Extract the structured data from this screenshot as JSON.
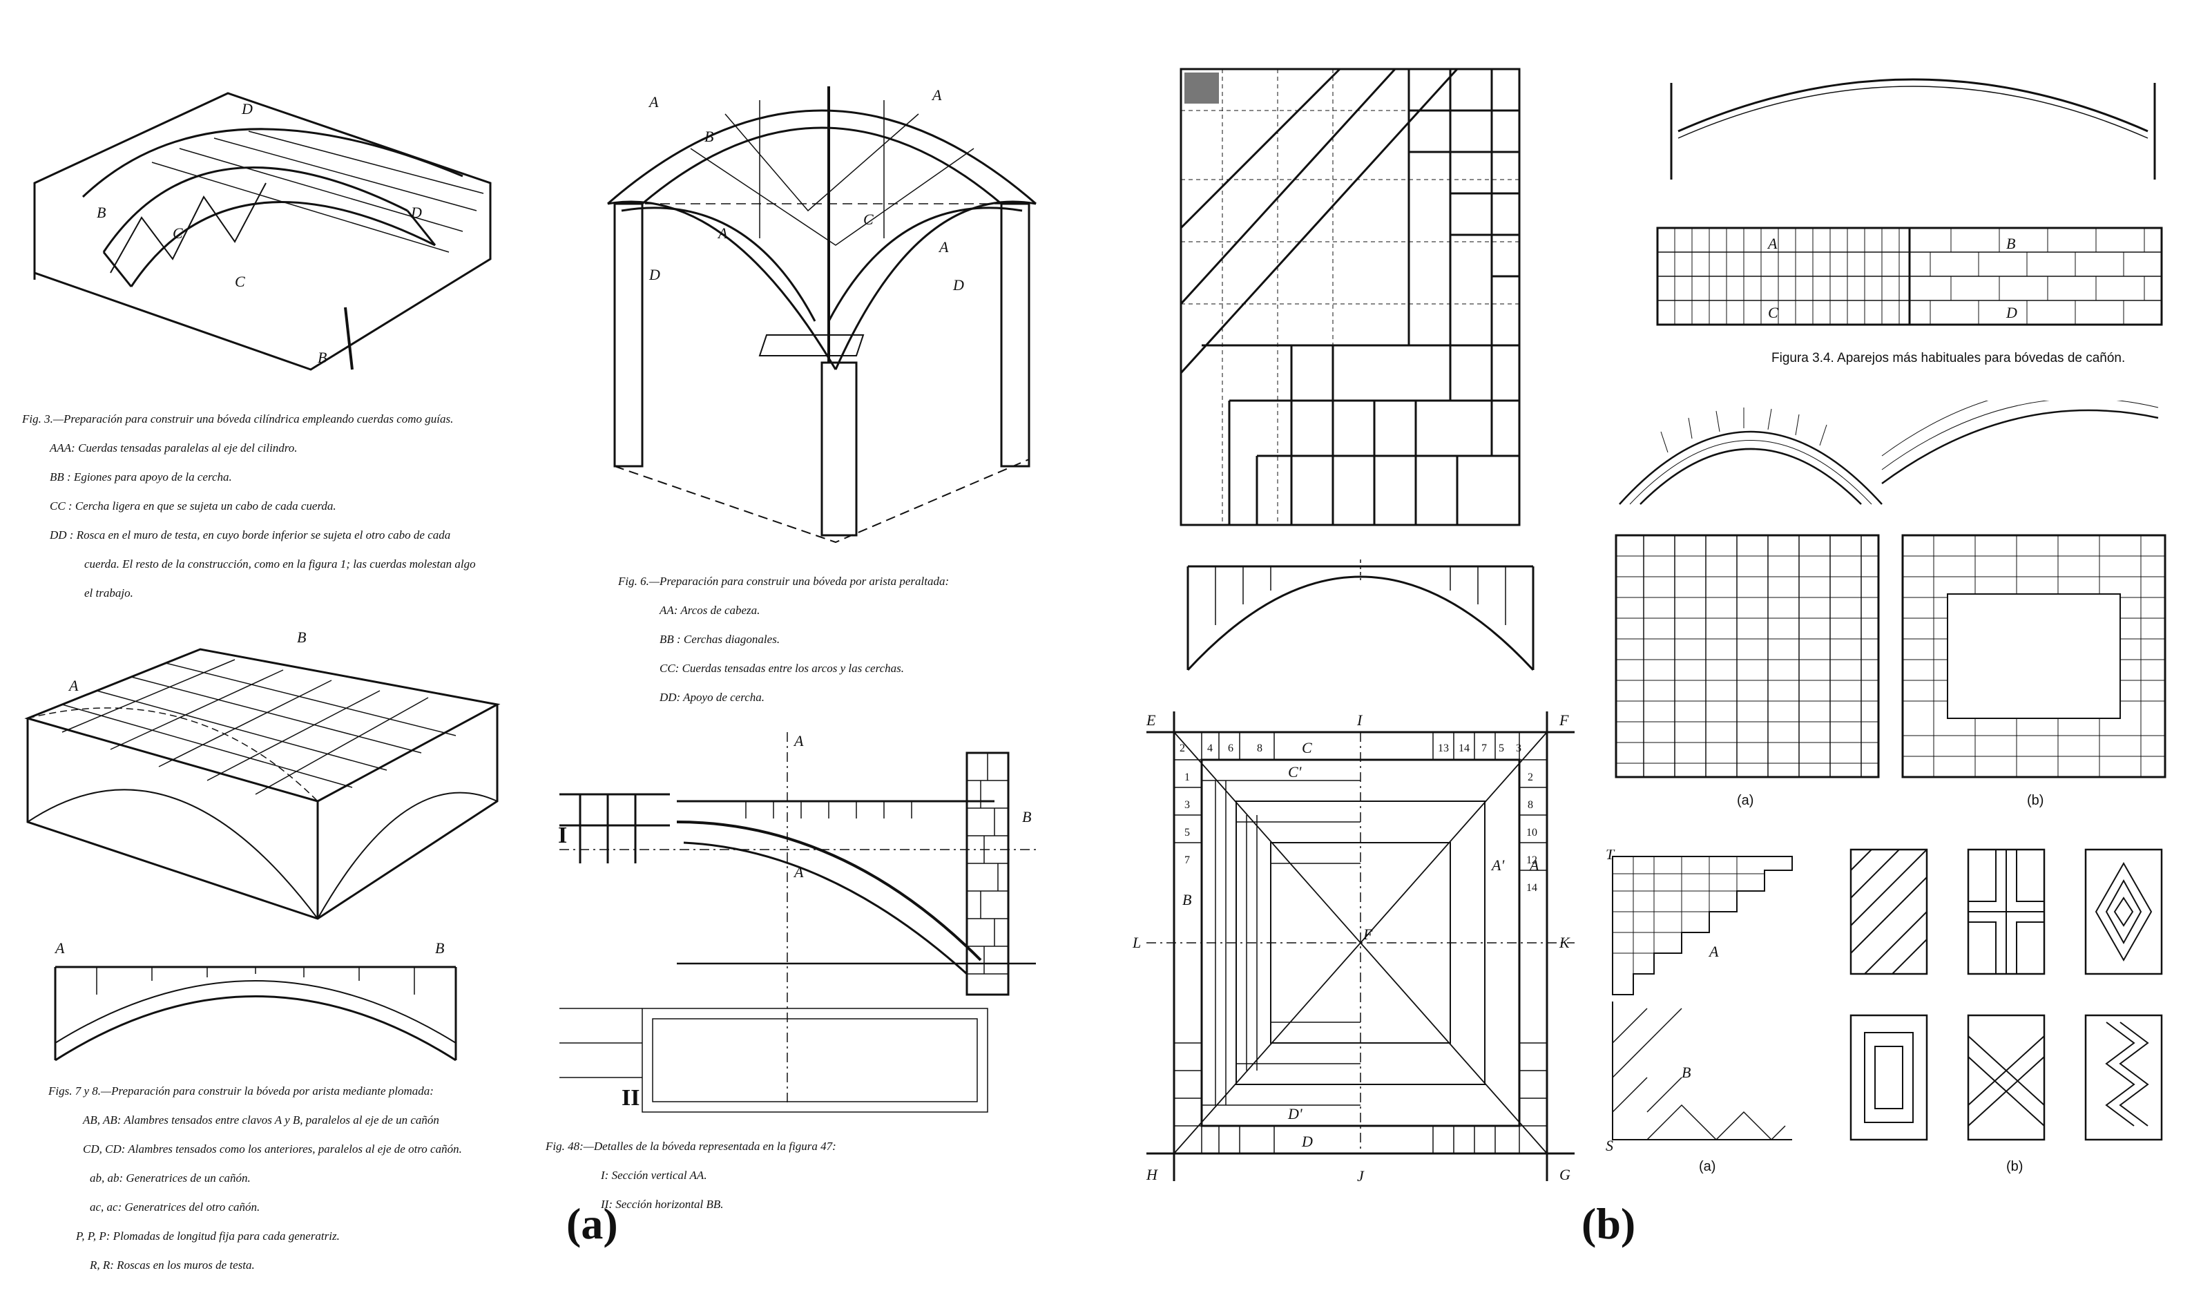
{
  "panel_labels": {
    "a": "(a)",
    "b": "(b)"
  },
  "left": {
    "fig3": {
      "title": "Fig. 3.—Preparación para construir una bóveda cilíndrica empleando cuerdas como guías.",
      "lines": [
        "AAA: Cuerdas tensadas paralelas al eje del cilindro.",
        "BB : Egiones para apoyo de la cercha.",
        "CC : Cercha ligera en que se sujeta un cabo de cada cuerda.",
        "DD : Rosca en el muro de testa, en cuyo borde inferior se sujeta el otro cabo de cada",
        "cuerda. El resto de la construcción, como en la figura 1; las cuerdas molestan algo",
        "el trabajo."
      ]
    },
    "fig6": {
      "title": "Fig. 6.—Preparación para construir una bóveda por arista peraltada:",
      "lines": [
        "AA: Arcos de cabeza.",
        "BB : Cerchas diagonales.",
        "CC: Cuerdas tensadas entre los arcos y las cerchas.",
        "DD: Apoyo de cercha."
      ]
    },
    "fig78": {
      "title": "Figs. 7 y 8.—Preparación para construir la bóveda por arista mediante plomada:",
      "lines": [
        "AB, AB: Alambres tensados entre clavos A y B, paralelos al eje de un cañón",
        "CD, CD: Alambres tensados como los anteriores, paralelos al eje de otro cañón.",
        "ab, ab: Generatrices de un cañón.",
        "ac, ac: Generatrices del otro cañón.",
        "P, P, P: Plomadas de longitud fija para cada generatriz.",
        "R, R: Roscas en los muros de testa."
      ]
    },
    "fig48": {
      "title": "Fig. 48:—Detalles de la bóveda representada en la figura 47:",
      "lines": [
        "I: Sección vertical AA.",
        "II: Sección horizontal BB."
      ]
    },
    "drawing_labels": {
      "fig3": [
        "D",
        "B",
        "C",
        "C",
        "B",
        "D"
      ],
      "fig6": [
        "A",
        "A",
        "A",
        "A",
        "B",
        "C",
        "D",
        "D"
      ],
      "fig7": [
        "A",
        "B"
      ],
      "fig48": [
        "A",
        "A",
        "B",
        "I",
        "II"
      ]
    }
  },
  "right": {
    "caption_34": "Figura 3.4. Aparejos más habituales para bóvedas de cañón.",
    "sub_a": "(a)",
    "sub_b": "(b)",
    "sub_a2": "(a)",
    "sub_b2": "(b)",
    "corner_letters": [
      "E",
      "F",
      "H",
      "G",
      "I",
      "J",
      "L",
      "K"
    ],
    "square_letters": [
      "A",
      "B",
      "C",
      "D",
      "C'",
      "D'",
      "A'",
      "F"
    ],
    "top_numbers": [
      "2",
      "4",
      "6",
      "8",
      "13",
      "14",
      "7",
      "5",
      "3"
    ],
    "side_numbers": [
      "1",
      "3",
      "5",
      "7",
      "2",
      "8",
      "10",
      "12",
      "14"
    ],
    "bond_letters": [
      "A",
      "B",
      "C",
      "D"
    ],
    "herringbone_letters": [
      "T",
      "A",
      "B",
      "S"
    ]
  }
}
